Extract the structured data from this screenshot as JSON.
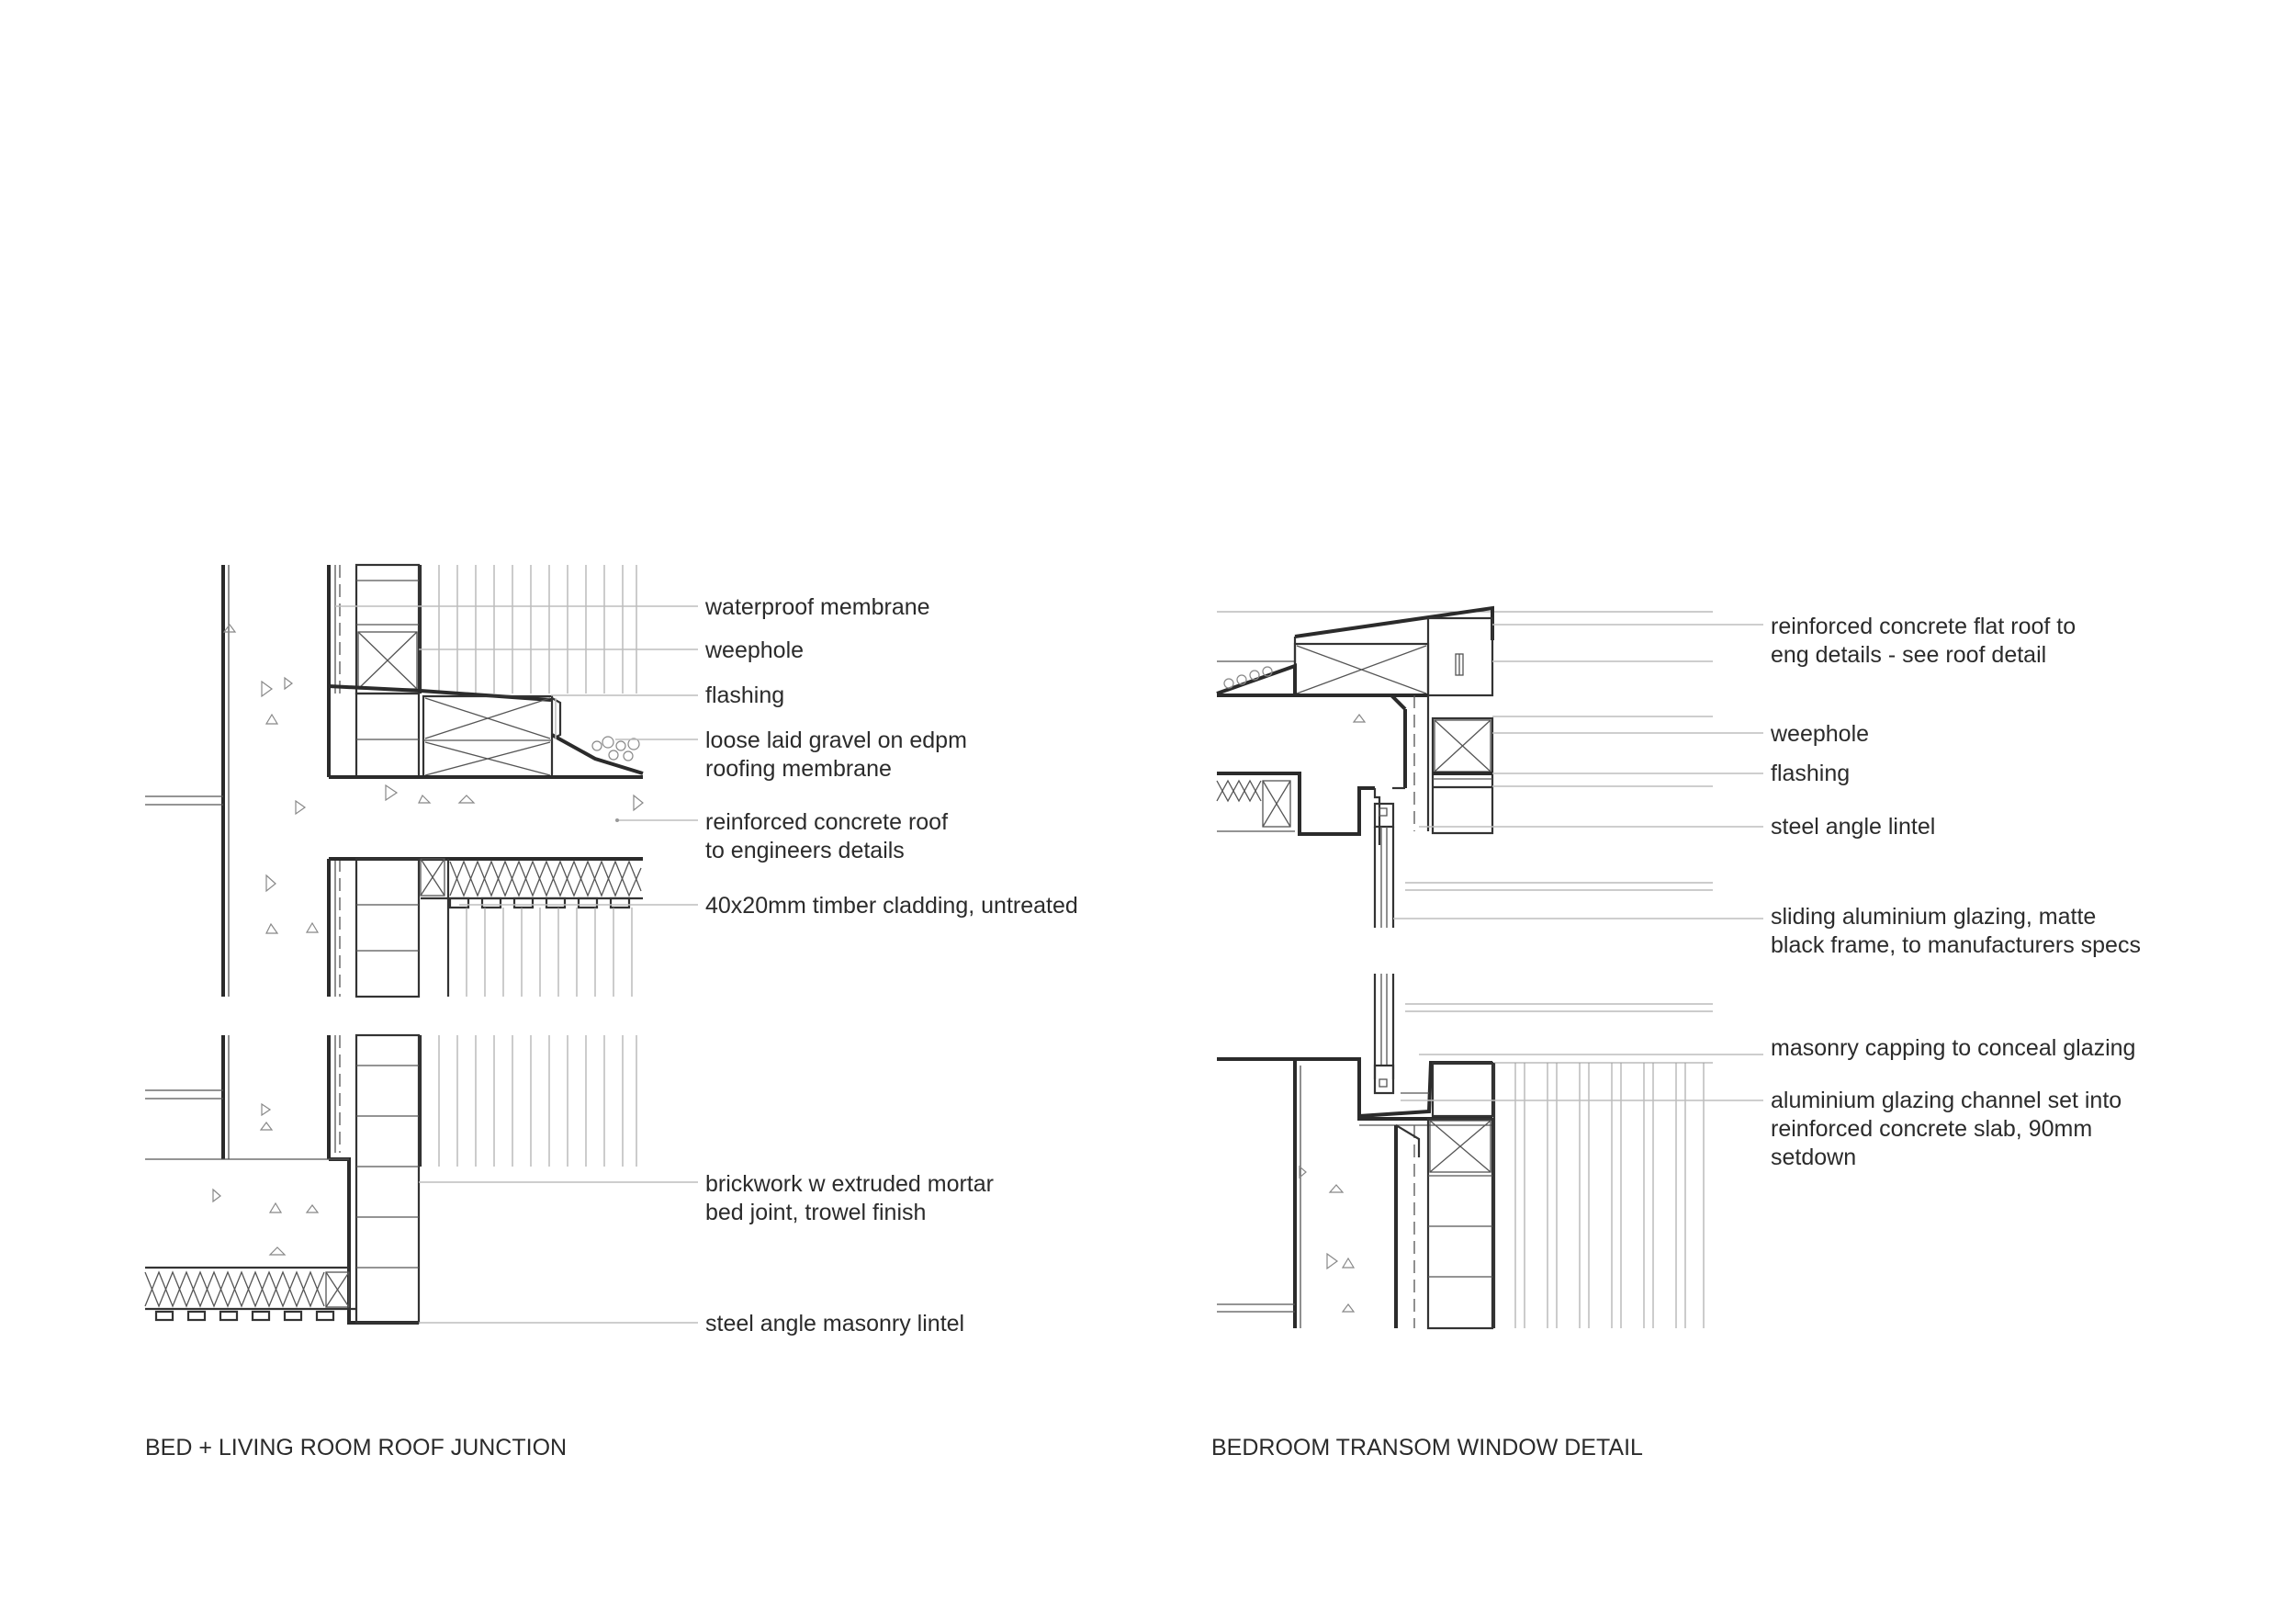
{
  "left_detail": {
    "title": "BED + LIVING ROOM ROOF JUNCTION",
    "labels": [
      "waterproof membrane",
      "weephole",
      "flashing",
      "loose laid gravel on edpm",
      "roofing membrane",
      "reinforced concrete roof",
      "to engineers details",
      "40x20mm timber cladding, untreated",
      "brickwork w extruded mortar",
      "bed joint, trowel finish",
      "steel angle masonry lintel"
    ]
  },
  "right_detail": {
    "title": "BEDROOM TRANSOM WINDOW DETAIL",
    "labels": [
      "reinforced concrete flat roof to",
      "eng details - see roof detail",
      "weephole",
      "flashing",
      "steel angle lintel",
      "sliding aluminium glazing, matte",
      "black frame, to manufacturers specs",
      "masonry capping to conceal glazing",
      "aluminium glazing channel set into",
      "reinforced concrete slab, 90mm",
      "setdown"
    ]
  }
}
